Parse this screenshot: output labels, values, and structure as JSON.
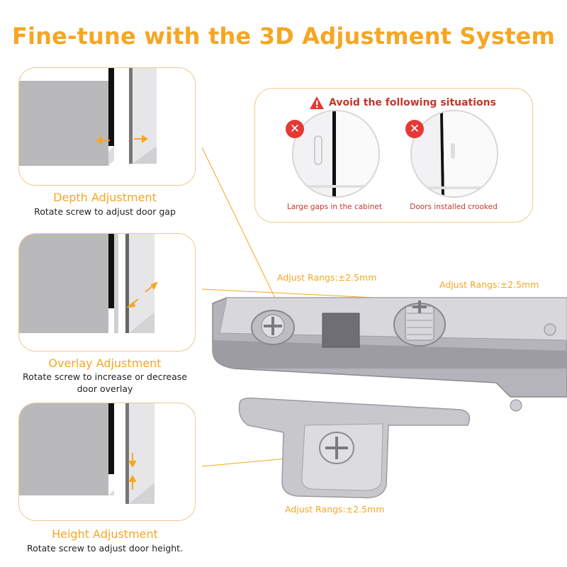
{
  "title": "Fine-tune with the 3D Adjustment System",
  "panels": [
    {
      "title": "Depth Adjustment",
      "desc": "Rotate screw to adjust door gap"
    },
    {
      "title": "Overlay Adjustment",
      "desc": "Rotate screw to increase or decrease door overlay"
    },
    {
      "title": "Height Adjustment",
      "desc": "Rotate screw to adjust door height."
    }
  ],
  "warning": {
    "heading": "Avoid the following situations",
    "cases": [
      {
        "caption": "Large gaps in the cabinet"
      },
      {
        "caption": "Doors installed crooked"
      }
    ]
  },
  "adjust_labels": [
    "Adjust Rangs:±2.5mm",
    "Adjust Rangs:±2.5mm",
    "Adjust Rangs:±2.5mm"
  ],
  "colors": {
    "accent": "#f5a623",
    "warning": "#c0392b",
    "error_badge": "#e53935"
  },
  "icons": [
    "warning-triangle-icon",
    "error-x-icon",
    "arrow-icon"
  ]
}
